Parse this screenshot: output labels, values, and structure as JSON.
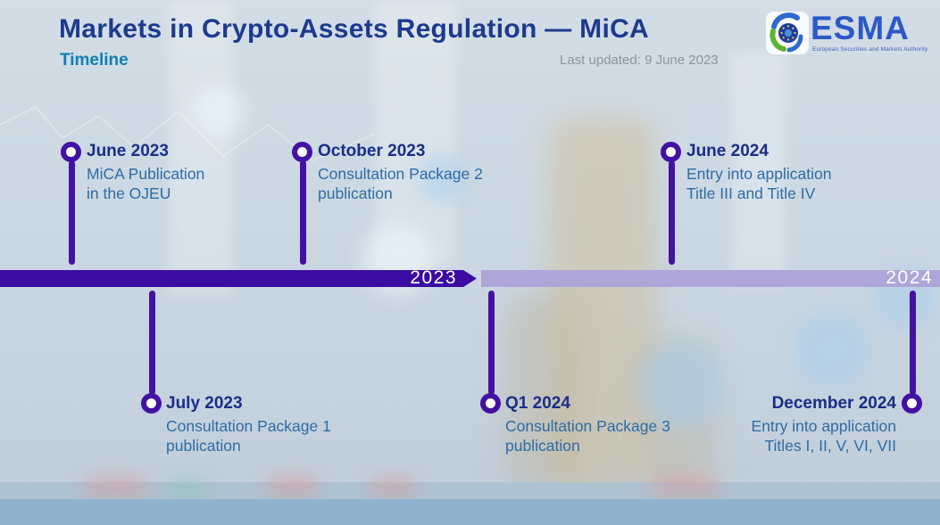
{
  "header": {
    "title": "Markets in Crypto-Assets Regulation — MiCA",
    "subtitle": "Timeline",
    "last_updated": "Last updated: 9 June 2023"
  },
  "logo": {
    "wordmark": "ESMA",
    "tagline": "European Securities and Markets Authority"
  },
  "timeline": {
    "segments": [
      {
        "label": "2023",
        "color": "#3a0ca3"
      },
      {
        "label": "2024",
        "color": "#aea6d8"
      }
    ],
    "milestones": [
      {
        "date": "June 2023",
        "line1": "MiCA Publication",
        "line2": "in the OJEU",
        "position": "above"
      },
      {
        "date": "July 2023",
        "line1": "Consultation Package 1",
        "line2": "publication",
        "position": "below"
      },
      {
        "date": "October 2023",
        "line1": "Consultation Package 2",
        "line2": "publication",
        "position": "above"
      },
      {
        "date": "Q1 2024",
        "line1": "Consultation Package 3",
        "line2": "publication",
        "position": "below"
      },
      {
        "date": "June 2024",
        "line1": "Entry into application",
        "line2": "Title III and Title IV",
        "position": "above"
      },
      {
        "date": "December 2024",
        "line1": "Entry into application",
        "line2": "Titles I, II, V, VI, VII",
        "position": "below"
      }
    ]
  },
  "colors": {
    "accent_purple": "#4412a3",
    "bar_2023": "#3a0ca3",
    "bar_2024": "#aea6d8",
    "title_navy": "#1e3a8f",
    "subtitle_teal": "#0d7fb2",
    "description_blue": "#2f6ba6"
  }
}
